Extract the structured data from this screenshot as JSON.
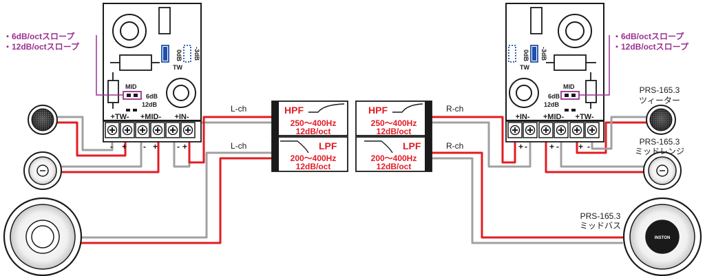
{
  "colors": {
    "signal_red": "#e31b23",
    "wire_gray": "#a0a0a0",
    "slope_purple": "#9b2f8f",
    "switch_blue": "#1f4fa8",
    "outline": "#1a1a1a"
  },
  "left_crossover": {
    "slopes": [
      "・6dB/octスロープ",
      "・12dB/octスロープ"
    ],
    "terminals": [
      "+TW-",
      "+MID-",
      "+IN-"
    ],
    "mid_label": "MID",
    "mid_6db": "6dB",
    "mid_12db": "12dB",
    "tw_0db": "0dB",
    "tw_minus3db": "-3dB",
    "tw_label": "TW",
    "polarity_marks": [
      "-",
      "+",
      "-",
      "+",
      "-",
      "+"
    ]
  },
  "right_crossover": {
    "slopes": [
      "・6dB/octスロープ",
      "・12dB/octスロープ"
    ],
    "terminals": [
      "+IN-",
      "+MID-",
      "+TW-"
    ],
    "mid_label": "MID",
    "mid_6db": "6dB",
    "mid_12db": "12dB",
    "tw_0db": "0dB",
    "tw_minus3db": "-3dB",
    "tw_label": "TW",
    "polarity_marks": [
      "+",
      "-",
      "+",
      "-",
      "+",
      "-"
    ]
  },
  "left_filter": {
    "hpf_title": "HPF",
    "hpf_range": "250～400Hz",
    "hpf_slope": "12dB/oct",
    "lpf_title": "LPF",
    "lpf_range": "200～400Hz",
    "lpf_slope": "12dB/oct",
    "ch_top": "L-ch",
    "ch_bottom": "L-ch"
  },
  "right_filter": {
    "hpf_title": "HPF",
    "hpf_range": "250～400Hz",
    "hpf_slope": "12dB/oct",
    "lpf_title": "LPF",
    "lpf_range": "200～400Hz",
    "lpf_slope": "12dB/oct",
    "ch_top": "R-ch",
    "ch_bottom": "R-ch"
  },
  "speakers": {
    "tweeter_model": "PRS-165.3",
    "tweeter_name": "ツィーター",
    "midrange_model": "PRS-165.3",
    "midrange_name": "ミッドレンジ",
    "midbass_model": "PRS-165.3",
    "midbass_name": "ミッドバス",
    "woofer_logo": "INSTON"
  }
}
